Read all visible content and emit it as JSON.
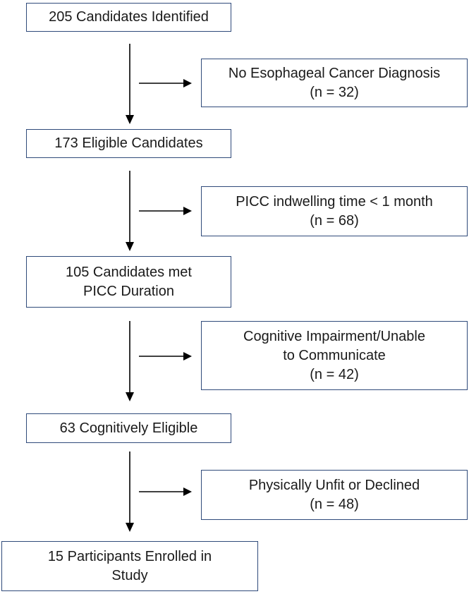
{
  "flow": {
    "main": [
      {
        "lines": [
          "205 Candidates Identified"
        ]
      },
      {
        "lines": [
          "173 Eligible Candidates"
        ]
      },
      {
        "lines": [
          "105 Candidates met",
          "PICC Duration"
        ]
      },
      {
        "lines": [
          "63 Cognitively Eligible"
        ]
      },
      {
        "lines": [
          "15 Participants Enrolled in",
          "Study"
        ]
      }
    ],
    "exclusions": [
      {
        "lines": [
          "No Esophageal Cancer Diagnosis",
          "(n = 32)"
        ]
      },
      {
        "lines": [
          "PICC indwelling time < 1 month",
          "(n = 68)"
        ]
      },
      {
        "lines": [
          "Cognitive Impairment/Unable",
          "to Communicate",
          "(n = 42)"
        ]
      },
      {
        "lines": [
          "Physically Unfit or Declined",
          "(n = 48)"
        ]
      }
    ]
  }
}
